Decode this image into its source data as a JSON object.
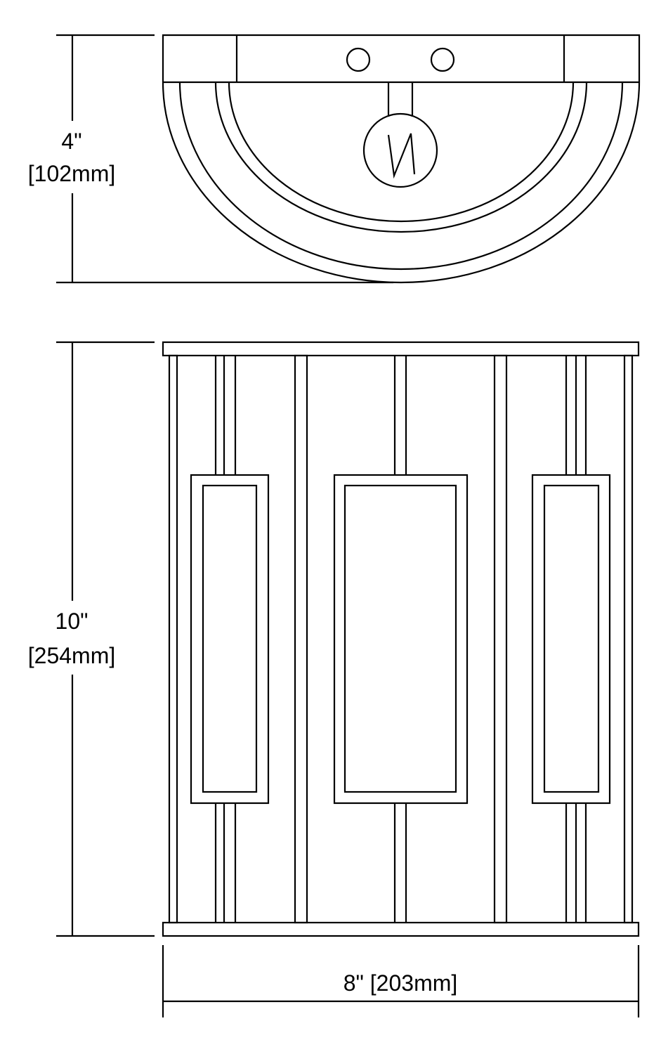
{
  "dimensions": {
    "depth_in": "4\"",
    "depth_mm": "[102mm]",
    "height_in": "10\"",
    "height_mm": "[254mm]",
    "width": "8\" [203mm]"
  },
  "colors": {
    "line": "#000000",
    "background": "#ffffff"
  }
}
